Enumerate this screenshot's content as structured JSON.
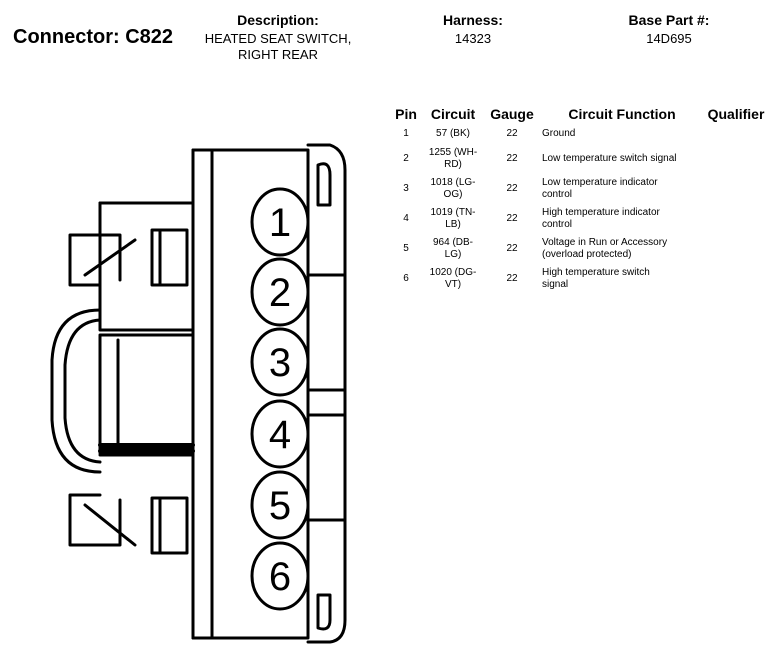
{
  "header": {
    "connector_label": "Connector: C822",
    "description_label": "Description:",
    "description_line1": "HEATED SEAT SWITCH,",
    "description_line2": "RIGHT REAR",
    "harness_label": "Harness:",
    "harness_value": "14323",
    "base_part_label": "Base Part #:",
    "base_part_value": "14D695"
  },
  "table": {
    "headers": {
      "pin": "Pin",
      "circuit": "Circuit",
      "gauge": "Gauge",
      "function": "Circuit Function",
      "qualifier": "Qualifier"
    },
    "rows": [
      {
        "pin": "1",
        "circuit1": "57 (BK)",
        "circuit2": "",
        "gauge": "22",
        "function1": "Ground",
        "function2": "",
        "qualifier": ""
      },
      {
        "pin": "2",
        "circuit1": "1255 (WH-",
        "circuit2": "RD)",
        "gauge": "22",
        "function1": "Low temperature switch signal",
        "function2": "",
        "qualifier": ""
      },
      {
        "pin": "3",
        "circuit1": "1018 (LG-",
        "circuit2": "OG)",
        "gauge": "22",
        "function1": "Low temperature indicator",
        "function2": "control",
        "qualifier": ""
      },
      {
        "pin": "4",
        "circuit1": "1019 (TN-",
        "circuit2": "LB)",
        "gauge": "22",
        "function1": "High temperature indicator",
        "function2": "control",
        "qualifier": ""
      },
      {
        "pin": "5",
        "circuit1": "964 (DB-",
        "circuit2": "LG)",
        "gauge": "22",
        "function1": "Voltage in Run or Accessory",
        "function2": "(overload protected)",
        "qualifier": ""
      },
      {
        "pin": "6",
        "circuit1": "1020 (DG-",
        "circuit2": "VT)",
        "gauge": "22",
        "function1": "High temperature switch",
        "function2": "signal",
        "qualifier": ""
      }
    ]
  },
  "diagram": {
    "pin_labels": [
      "1",
      "2",
      "3",
      "4",
      "5",
      "6"
    ]
  }
}
